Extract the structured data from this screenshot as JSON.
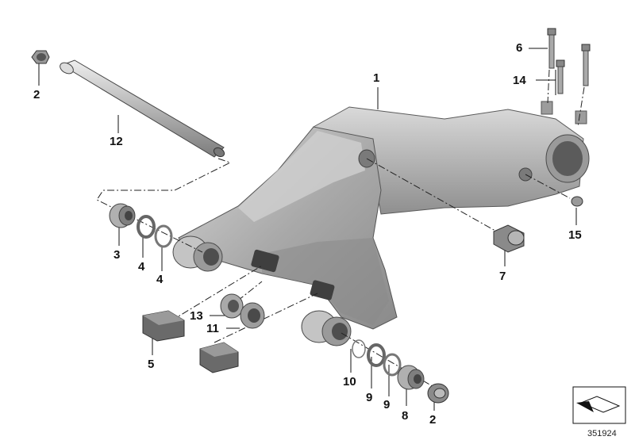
{
  "diagram": {
    "callouts": {
      "c1": "1",
      "c2a": "2",
      "c2b": "2",
      "c3": "3",
      "c4a": "4",
      "c4b": "4",
      "c5": "5",
      "c6": "6",
      "c7": "7",
      "c8": "8",
      "c9a": "9",
      "c9b": "9",
      "c10": "10",
      "c11": "11",
      "c12": "12",
      "c13": "13",
      "c14": "14",
      "c15": "15"
    },
    "document_number": "351924",
    "icons": {
      "reference": "arrow-reference-icon"
    },
    "colors": {
      "part_fill": "#b9b9b9",
      "part_dark": "#6f6f6f",
      "part_light": "#dcdcdc",
      "line": "#111111"
    }
  }
}
